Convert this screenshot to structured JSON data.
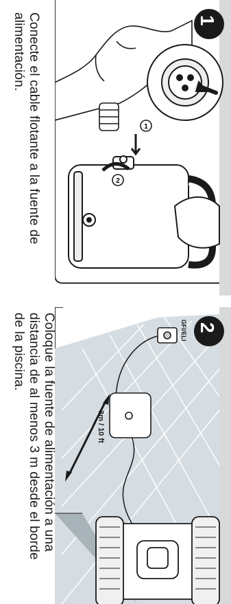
{
  "steps": [
    {
      "number": "1",
      "text_lines": [
        "Conecte el cable flotante a la fuente de",
        "alimentación."
      ],
      "callouts": [
        "1",
        "2"
      ]
    },
    {
      "number": "2",
      "text_lines": [
        "Coloque la fuente de alimentación a una",
        "distancia de al menos 3 m desde el borde",
        "de la piscina."
      ],
      "outlet_label": "GFI/ELI",
      "distance_label": "3m / 10 ft"
    }
  ],
  "colors": {
    "sidebar": "#d9d9d9",
    "badge": "#1a1a1a",
    "frame": "#333333"
  }
}
